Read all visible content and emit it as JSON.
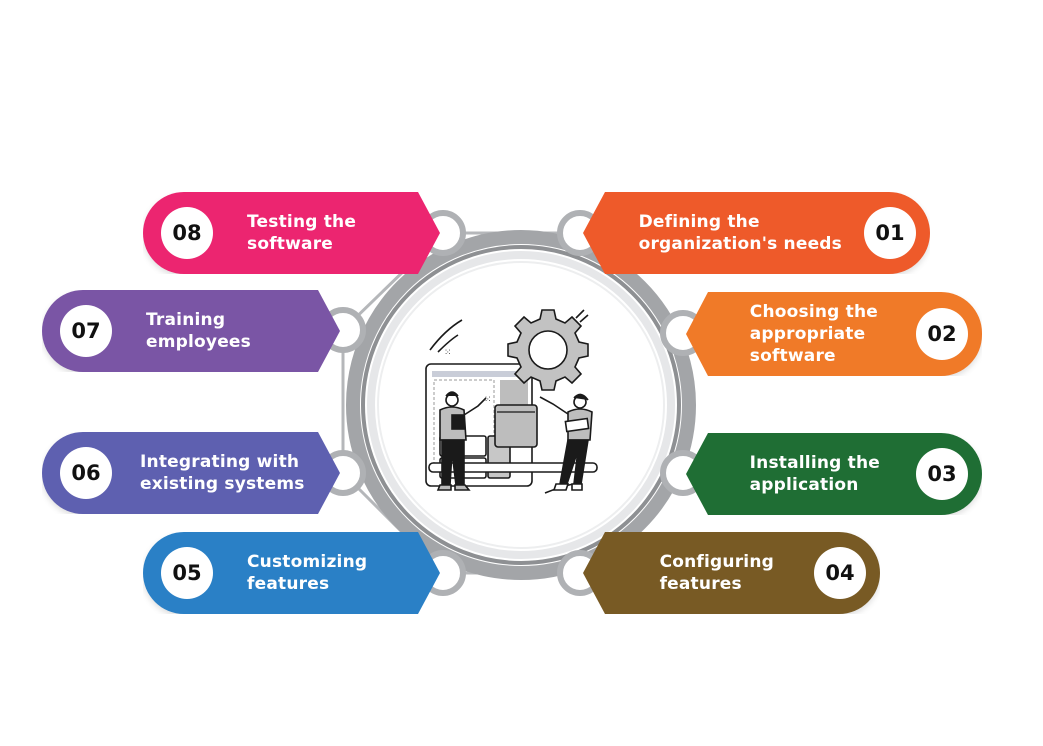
{
  "diagram": {
    "type": "circular-process",
    "center_illustration": "people-configuring-software-with-gear",
    "steps": [
      {
        "number": "01",
        "label": "Defining the\norganization's needs",
        "color": "#EE5A2A",
        "side": "right"
      },
      {
        "number": "02",
        "label": "Choosing the\nappropriate\nsoftware",
        "color": "#F07A28",
        "side": "right"
      },
      {
        "number": "03",
        "label": "Installing the\napplication",
        "color": "#1F6E34",
        "side": "right"
      },
      {
        "number": "04",
        "label": "Configuring\nfeatures",
        "color": "#785A24",
        "side": "right"
      },
      {
        "number": "05",
        "label": "Customizing\nfeatures",
        "color": "#2A80C6",
        "side": "left"
      },
      {
        "number": "06",
        "label": "Integrating with\nexisting systems",
        "color": "#5E60B0",
        "side": "left"
      },
      {
        "number": "07",
        "label": "Training\nemployees",
        "color": "#7A55A5",
        "side": "left"
      },
      {
        "number": "08",
        "label": "Testing the\nsoftware",
        "color": "#EC2570",
        "side": "left"
      }
    ]
  },
  "colors": {
    "ring_outer": "#9EA0A3",
    "ring_inner": "#C9CACC",
    "connector": "#B5B7BA",
    "background": "#FFFFFF"
  }
}
